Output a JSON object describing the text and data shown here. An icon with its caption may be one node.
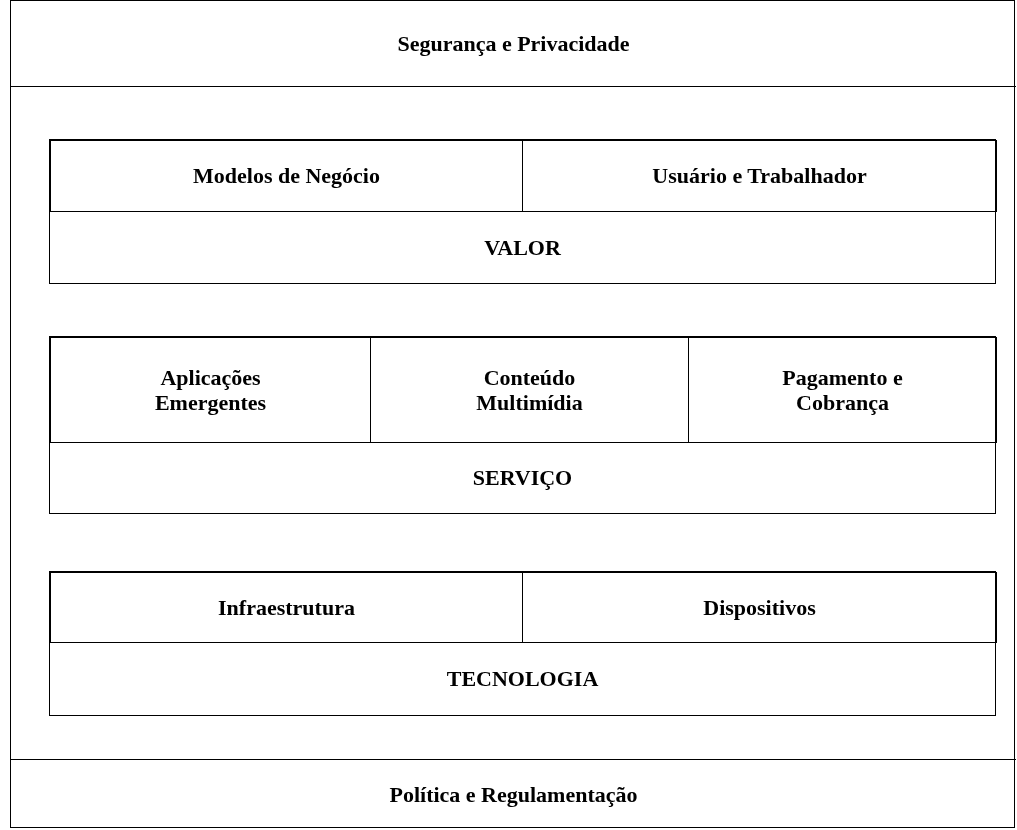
{
  "diagram": {
    "nodes": [
      {
        "text": [],
        "shape": "box"
      },
      {
        "text": [
          "Segurança e Privacidade"
        ],
        "in": 0
      },
      {
        "text": [
          "VALOR"
        ],
        "in": 0
      },
      {
        "text": [
          "Modelos de Negócio"
        ],
        "in": 2
      },
      {
        "text": [
          "Usuário e Trabalhador"
        ],
        "in": 2
      },
      {
        "text": [
          "SERVIÇO"
        ],
        "in": 0
      },
      {
        "text": [
          "Aplicações Emergentes"
        ],
        "in": 5
      },
      {
        "text": [
          "Conteúdo Multimídia"
        ],
        "in": 5
      },
      {
        "text": [
          "Pagamento e Cobrança"
        ],
        "in": 5
      },
      {
        "text": [
          "TECNOLOGIA"
        ],
        "in": 0
      },
      {
        "text": [
          "Infraestrutura"
        ],
        "in": 9
      },
      {
        "text": [
          "Dispositivos"
        ],
        "in": 9
      },
      {
        "text": [
          "Política e Regulamentação"
        ],
        "in": 0
      }
    ]
  }
}
